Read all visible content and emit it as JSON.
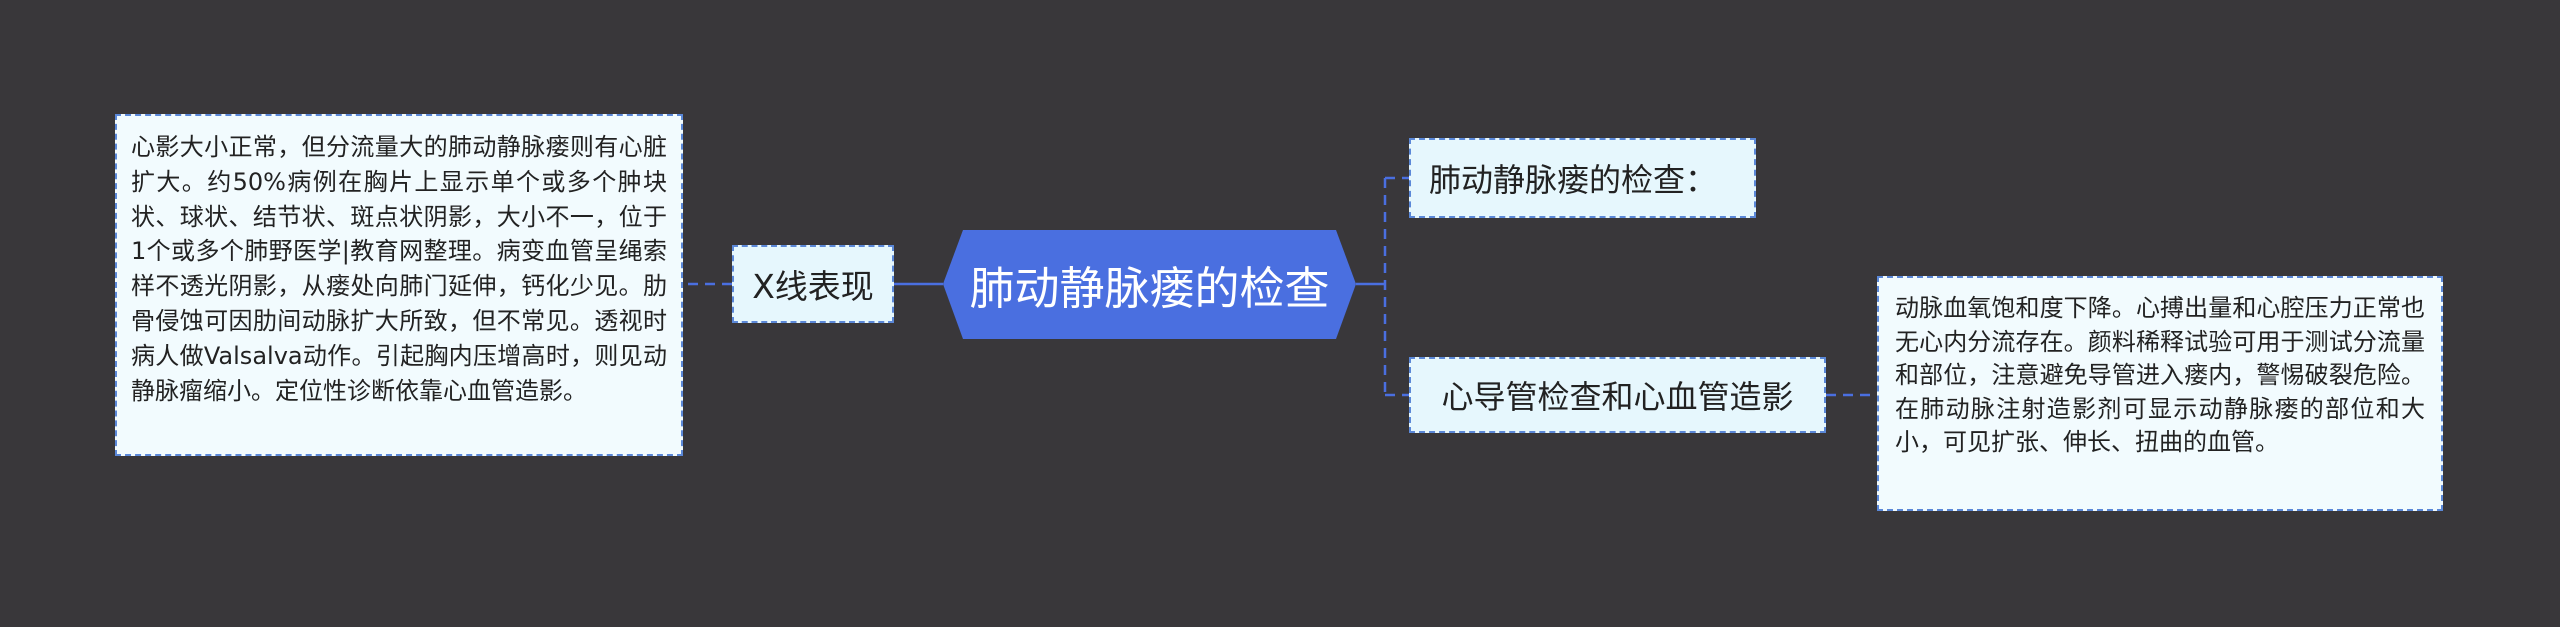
{
  "root": {
    "label": "肺动静脉瘘的检查"
  },
  "left_topic": {
    "label": "X线表现"
  },
  "left_note": {
    "text": "心影大小正常，但分流量大的肺动静脉瘘则有心脏扩大。约50%病例在胸片上显示单个或多个肿块状、球状、结节状、斑点状阴影，大小不一，位于1个或多个肺野医学|教育网整理。病变血管呈绳索样不透光阴影，从瘘处向肺门延伸，钙化少见。肋骨侵蚀可因肋间动脉扩大所致，但不常见。透视时病人做Valsalva动作。引起胸内压增高时，则见动静脉瘤缩小。定位性诊断依靠心血管造影。"
  },
  "right_topics": [
    {
      "label": "肺动静脉瘘的检查："
    },
    {
      "label": "心导管检查和心血管造影"
    }
  ],
  "right_note": {
    "text": "动脉血氧饱和度下降。心搏出量和心腔压力正常也无心内分流存在。颜料稀释试验可用于测试分流量和部位，注意避免导管进入瘘内，警惕破裂危险。在肺动脉注射造影剂可显示动静脉瘘的部位和大小，可见扩张、伸长、扭曲的血管。"
  },
  "colors": {
    "background": "#39373a",
    "root_fill": "#4a6fe0",
    "topic_fill": "#e6f7fd",
    "border": "#5b88d8",
    "connector": "#4a6fe0"
  }
}
